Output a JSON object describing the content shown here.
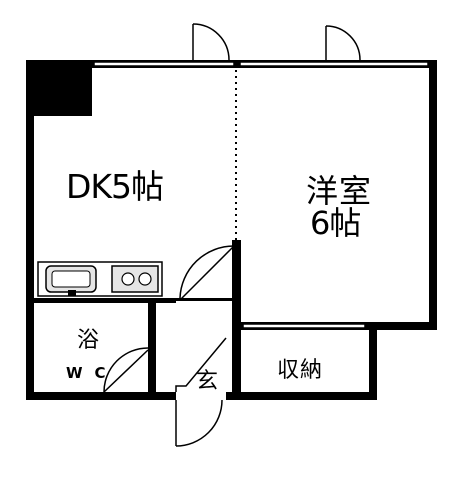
{
  "rooms": {
    "dk": "DK5帖",
    "western_line1": "洋室",
    "western_line2": "6帖",
    "bath": "浴",
    "wc": "WC",
    "entrance": "玄",
    "storage": "収納"
  },
  "colors": {
    "wall": "#000000",
    "background": "#ffffff"
  },
  "icons": [
    "door-swing-icon",
    "sink-icon",
    "stove-icon",
    "window-icon"
  ]
}
